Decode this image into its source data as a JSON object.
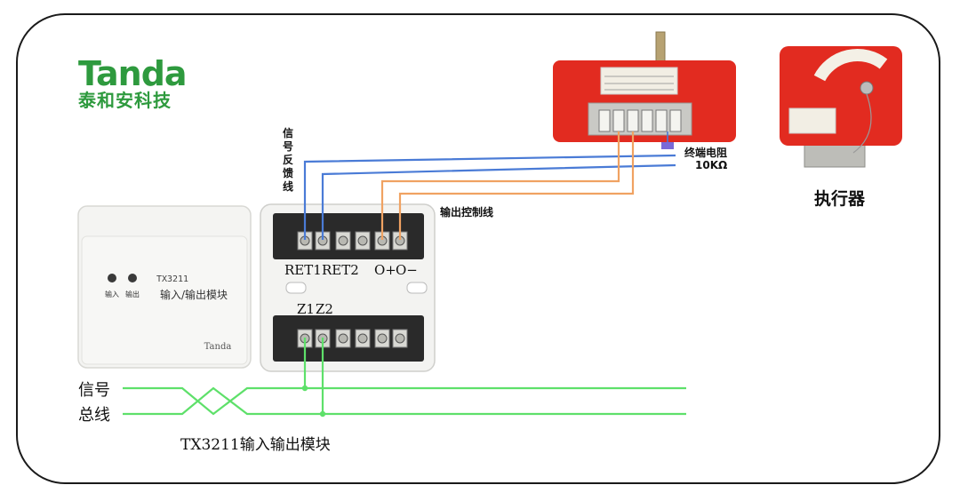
{
  "brand": {
    "name": "Tanda",
    "subtitle": "泰和安科技"
  },
  "labels": {
    "signal_feedback": [
      "信",
      "号",
      "反",
      "馈",
      "线"
    ],
    "output_control": "输出控制线",
    "end_resistor": "终端电阻",
    "resistor_value": "10KΩ",
    "actuator": "执行器",
    "bus_line_1": "信号",
    "bus_line_2": "总线",
    "caption": "TX3211输入输出模块"
  },
  "module": {
    "model": "TX3211",
    "name": "输入/输出模块",
    "led_input": "输入",
    "led_output": "输出",
    "badge": "Tanda"
  },
  "terminals": {
    "ret1": "RET1",
    "ret2": "RET2",
    "out_plus": "O+",
    "out_minus": "O−",
    "z1": "Z1",
    "z2": "Z2"
  },
  "colors": {
    "brand_green": "#2e9a3e",
    "feedback_wire": "#4a7bd6",
    "control_wire": "#f0a262",
    "bus_wire": "#5ee06a",
    "device_red": "#e22b20"
  }
}
